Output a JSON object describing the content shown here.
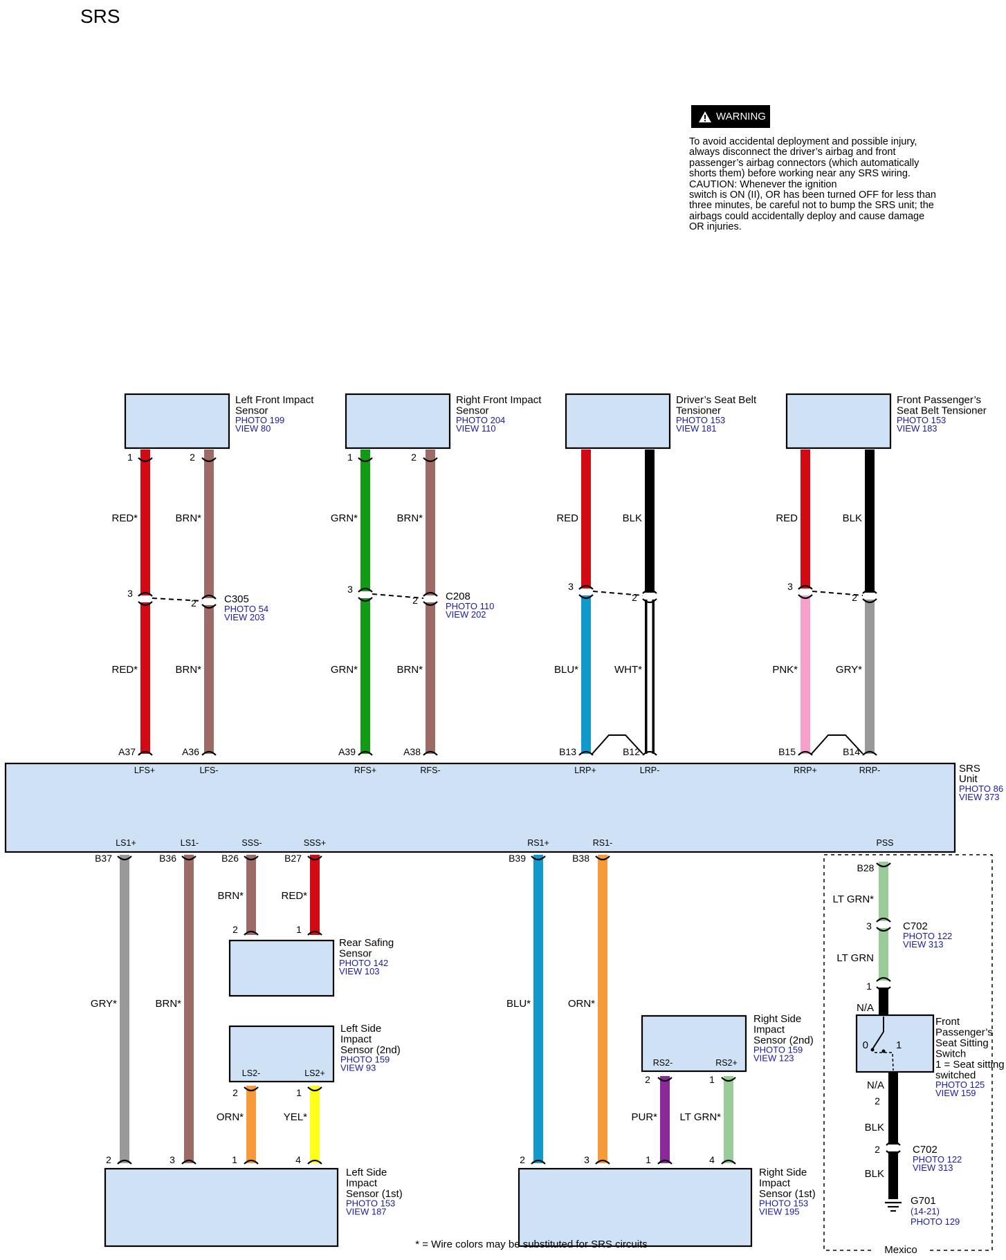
{
  "title": "SRS",
  "warning": {
    "label": "WARNING",
    "text": "To avoid accidental deployment and possible injury,\nalways disconnect the driver’s airbag and front\npassenger’s airbag connectors (which automatically\nshorts them) before working near any SRS wiring.\nCAUTION: Whenever the ignition\nswitch is ON (II), OR has been turned OFF for less than\nthree minutes, be careful not to bump the SRS unit; the\nairbags could accidentally deploy and cause damage\nOR injuries."
  },
  "colors": {
    "box_fill": "#cfe2f5",
    "link_blue": "#1a1aa6",
    "RED": "#d20a14",
    "BRN": "#9c6b66",
    "GRN": "#119a14",
    "BLK": "#000000",
    "BLU": "#1199cc",
    "WHT": "#ffffff",
    "PNK": "#f8a0cc",
    "GRY": "#999999",
    "ORN": "#f79a3a",
    "YEL": "#ffff1a",
    "PUR": "#8a2a9a",
    "LTGRN": "#99cc99"
  },
  "srs_unit": {
    "name_lines": [
      "SRS",
      "Unit"
    ],
    "photo": "PHOTO 86",
    "view": "VIEW 373",
    "top_pins": [
      "LFS+",
      "LFS-",
      "RFS+",
      "RFS-",
      "LRP+",
      "LRP-",
      "RRP+",
      "RRP-"
    ],
    "bottom_pins": [
      "LS1+",
      "LS1-",
      "SSS-",
      "SSS+",
      "RS1+",
      "RS1-",
      "PSS"
    ]
  },
  "components": {
    "lf_impact": {
      "name_lines": [
        "Left Front Impact",
        "Sensor"
      ],
      "photo": "PHOTO 199",
      "view": "VIEW 80"
    },
    "rf_impact": {
      "name_lines": [
        "Right Front Impact",
        "Sensor"
      ],
      "photo": "PHOTO 204",
      "view": "VIEW 110"
    },
    "drv_tensioner": {
      "name_lines": [
        "Driver’s Seat Belt",
        "Tensioner"
      ],
      "photo": "PHOTO 153",
      "view": "VIEW 181"
    },
    "pas_tensioner": {
      "name_lines": [
        "Front Passenger’s",
        "Seat Belt Tensioner"
      ],
      "photo": "PHOTO 153",
      "view": "VIEW 183"
    },
    "rear_safing": {
      "name_lines": [
        "Rear Safing",
        "Sensor"
      ],
      "photo": "PHOTO 142",
      "view": "VIEW 103"
    },
    "ls_2nd": {
      "name_lines": [
        "Left Side",
        "Impact",
        "Sensor (2nd)"
      ],
      "photo": "PHOTO 159",
      "view": "VIEW 93",
      "pins": [
        "LS2-",
        "LS2+"
      ]
    },
    "rs_2nd": {
      "name_lines": [
        "Right Side",
        "Impact",
        "Sensor (2nd)"
      ],
      "photo": "PHOTO 159",
      "view": "VIEW 123",
      "pins": [
        "RS2-",
        "RS2+"
      ]
    },
    "ls_1st": {
      "name_lines": [
        "Left Side",
        "Impact",
        "Sensor (1st)"
      ],
      "photo": "PHOTO 153",
      "view": "VIEW 187"
    },
    "rs_1st": {
      "name_lines": [
        "Right Side",
        "Impact",
        "Sensor (1st)"
      ],
      "photo": "PHOTO 153",
      "view": "VIEW 195"
    },
    "seat_switch": {
      "name_lines": [
        "Front",
        "Passenger’s",
        "Seat Sitting",
        "Switch",
        "1 = Seat sitting",
        "switched"
      ],
      "photo": "PHOTO 125",
      "view": "VIEW 159",
      "pos0": "0",
      "pos1": "1"
    }
  },
  "connectors": {
    "c305": {
      "name": "C305",
      "photo": "PHOTO 54",
      "view": "VIEW 203"
    },
    "c208": {
      "name": "C208",
      "photo": "PHOTO 110",
      "view": "VIEW 202"
    },
    "c702a": {
      "name": "C702",
      "photo": "PHOTO 122",
      "view": "VIEW 313"
    },
    "c702b": {
      "name": "C702",
      "photo": "PHOTO 122",
      "view": "VIEW 313"
    },
    "g701": {
      "name": "G701",
      "sub": "(14-21)",
      "photo": "PHOTO 129"
    }
  },
  "wire_labels": {
    "lf1_up": "RED*",
    "lf2_up": "BRN*",
    "lf1_lo": "RED*",
    "lf2_lo": "BRN*",
    "rf1_up": "GRN*",
    "rf2_up": "BRN*",
    "rf1_lo": "GRN*",
    "rf2_lo": "BRN*",
    "dt1_up": "RED",
    "dt2_up": "BLK",
    "dt1_lo": "BLU*",
    "dt2_lo": "WHT*",
    "pt1_up": "RED",
    "pt2_up": "BLK",
    "pt1_lo": "PNK*",
    "pt2_lo": "GRY*",
    "ls1p": "GRY*",
    "ls1m": "BRN*",
    "sssm": "BRN*",
    "sssp": "RED*",
    "ls2m": "ORN*",
    "ls2p": "YEL*",
    "rs1p": "BLU*",
    "rs1m": "ORN*",
    "rs2m": "PUR*",
    "rs2p": "LT GRN*",
    "pss_a": "LT GRN*",
    "pss_b": "LT GRN",
    "pss_c": "N/A",
    "pss_d": "N/A",
    "pss_e": "BLK",
    "pss_f": "BLK"
  },
  "pin_numbers": {
    "lf_1": "1",
    "lf_2": "2",
    "c305_3": "3",
    "c305_2": "2",
    "rf_1": "1",
    "rf_2": "2",
    "c208_3": "3",
    "c208_2": "2",
    "dt_3": "3",
    "dt_2": "2",
    "pt_3": "3",
    "pt_2": "2",
    "A37": "A37",
    "A36": "A36",
    "A39": "A39",
    "A38": "A38",
    "B13": "B13",
    "B12": "B12",
    "B15": "B15",
    "B14": "B14",
    "B37": "B37",
    "B36": "B36",
    "B26": "B26",
    "B27": "B27",
    "B39": "B39",
    "B38": "B38",
    "B28": "B28",
    "rear_2": "2",
    "rear_1": "1",
    "ls2_2": "2",
    "ls2_1": "1",
    "rs2_2": "2",
    "rs2_1": "1",
    "ls1_2": "2",
    "ls1_3": "3",
    "ls1_1": "1",
    "ls1_4": "4",
    "rs1_2": "2",
    "rs1_3": "3",
    "rs1_1": "1",
    "rs1_4": "4",
    "c702a_3": "3",
    "c702a_1": "1",
    "sw_2": "2",
    "c702b_2": "2"
  },
  "footnote": "* =  Wire colors may be substituted for SRS circuits",
  "region_label": "Mexico"
}
